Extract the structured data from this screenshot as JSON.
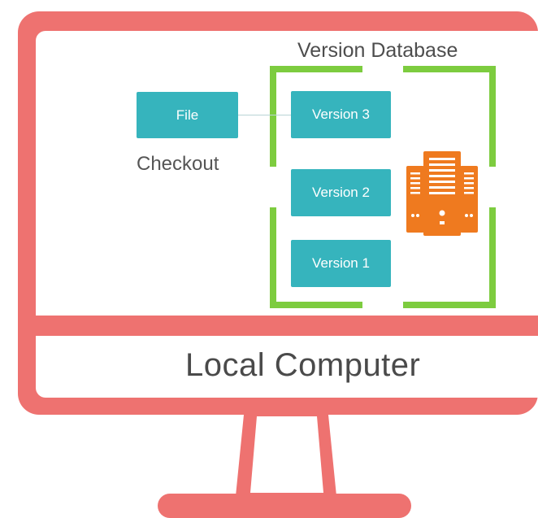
{
  "diagram": {
    "caption": "Local Computer",
    "database_title": "Version Database",
    "checkout_label": "Checkout",
    "file_label": "File",
    "versions": [
      "Version 3",
      "Version 2",
      "Version 1"
    ]
  },
  "colors": {
    "monitor": "#ee7270",
    "box": "#36b4bd",
    "database_border": "#7dcc3f",
    "server": "#ef7a1f"
  },
  "icons": {
    "server": "server-stack-icon"
  }
}
